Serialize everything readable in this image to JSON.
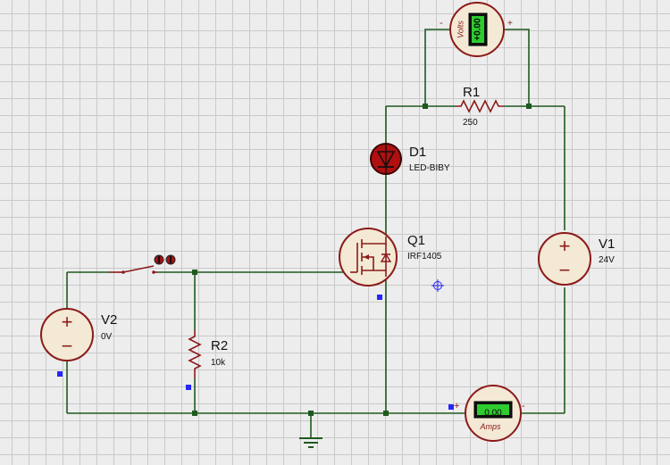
{
  "components": {
    "r1": {
      "ref": "R1",
      "value": "250"
    },
    "r2": {
      "ref": "R2",
      "value": "10k"
    },
    "d1": {
      "ref": "D1",
      "value": "LED-BIBY"
    },
    "q1": {
      "ref": "Q1",
      "value": "IRF1405"
    },
    "v1": {
      "ref": "V1",
      "value": "24V"
    },
    "v2": {
      "ref": "V2",
      "value": "0V"
    }
  },
  "voltmeter": {
    "reading": "+0.00",
    "unit": "Volts",
    "neg_terminal": "-",
    "pos_terminal": "+"
  },
  "ammeter": {
    "reading": "0.00",
    "unit": "Amps",
    "pos_terminal": "+",
    "neg_terminal": "-"
  },
  "source_symbols": {
    "plus": "+",
    "minus": "−"
  },
  "colors": {
    "wire": "#1e5a1e",
    "component": "#8b1a1a",
    "component_body": "#f3e9d4",
    "pin_marker": "#2525ff",
    "meter_display": "#2ecc2e",
    "led": "#b01010"
  }
}
